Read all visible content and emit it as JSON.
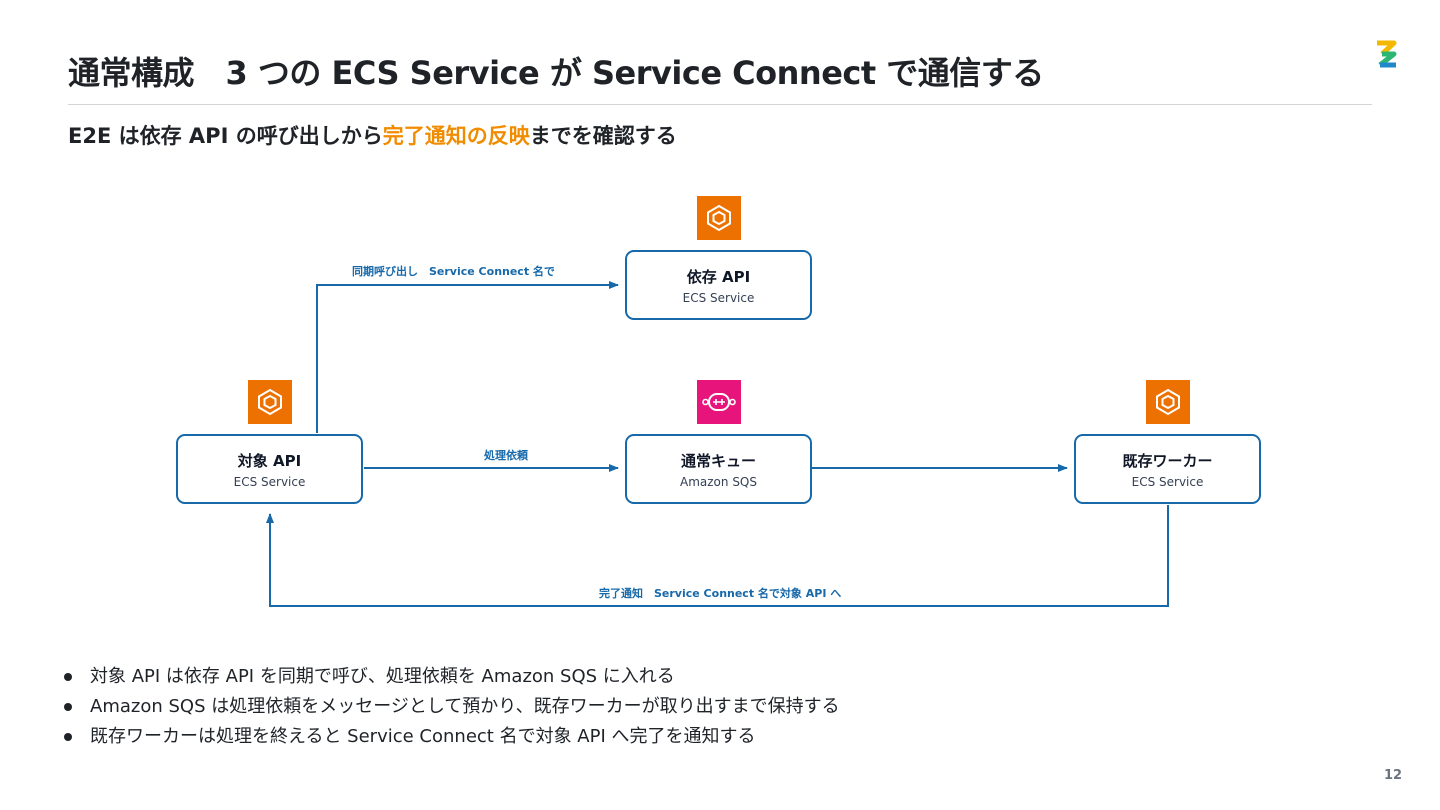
{
  "slide": {
    "title": "通常構成　3 つの ECS Service が Service Connect で通信する",
    "subtitle_pre": "E2E は依存 API の呼び出しから",
    "subtitle_highlight": "完了通知の反映",
    "subtitle_post": "までを確認する",
    "highlight_color": "#f08c00",
    "page_number": "12"
  },
  "diagram": {
    "nodes": {
      "dependency_api": {
        "name": "依存 API",
        "kind": "ECS Service",
        "icon": "ecs-service-icon"
      },
      "target_api": {
        "name": "対象 API",
        "kind": "ECS Service",
        "icon": "ecs-service-icon"
      },
      "normal_queue": {
        "name": "通常キュー",
        "kind": "Amazon SQS",
        "icon": "sqs-queue-icon"
      },
      "existing_worker": {
        "name": "既存ワーカー",
        "kind": "ECS Service",
        "icon": "ecs-service-icon"
      }
    },
    "edges": {
      "sync_call": "同期呼び出し　Service Connect 名で",
      "enqueue": "処理依頼",
      "completion": "完了通知　Service Connect 名で対象 API へ"
    },
    "colors": {
      "edge": "#1769aa",
      "ecs": "#ed7100",
      "sqs": "#e7157b"
    }
  },
  "bullets": [
    "対象 API は依存 API を同期で呼び、処理依頼を Amazon SQS に入れる",
    "Amazon SQS は処理依頼をメッセージとして預かり、既存ワーカーが取り出すまで保持する",
    "既存ワーカーは処理を終えると Service Connect 名で対象 API へ完了を通知する"
  ]
}
